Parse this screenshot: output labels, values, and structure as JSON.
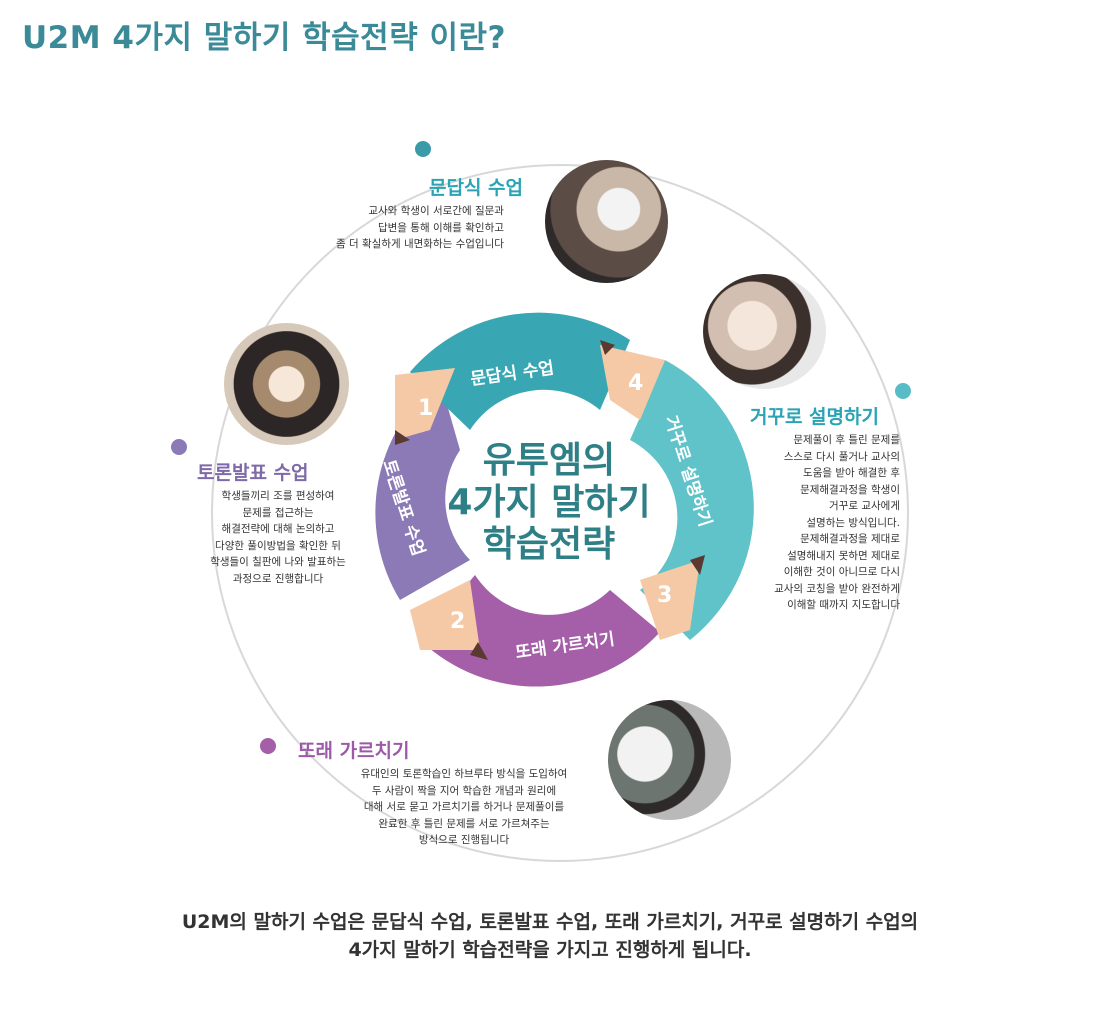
{
  "title": "U2M 4가지 말하기 학습전략 이란?",
  "center": {
    "lines": [
      "유투엠의",
      "4가지 말하기",
      "학습전략"
    ]
  },
  "ring": {
    "labels": [
      "문답식 수업",
      "거꾸로 설명하기",
      "또래 가르치기",
      "토론발표 수업"
    ],
    "numbers": [
      "1",
      "2",
      "3",
      "4"
    ]
  },
  "sections": [
    {
      "heading": "문답식 수업",
      "color": "#2aa3b4",
      "lines": [
        "교사와 학생이 서로간에 질문과",
        "답변을 통해 이해를 확인하고",
        "좀 더 확실하게 내면화하는 수업입니다"
      ]
    },
    {
      "heading": "거꾸로 설명하기",
      "color": "#2aa3b4",
      "lines": [
        "문제풀이 후 틀린 문제를",
        "스스로 다시 풀거나 교사의",
        "도움을 받아 해결한 후",
        "문제해결과정을 학생이",
        "거꾸로 교사에게",
        "설명하는 방식입니다.",
        "문제해결과정을 제대로",
        "설명해내지 못하면 제대로",
        "이해한 것이 아니므로 다시",
        "교사의 코칭을 받아 완전하게",
        "이해할 때까지 지도합니다"
      ]
    },
    {
      "heading": "또래 가르치기",
      "color": "#9c5aa8",
      "lines": [
        "유대인의 토론학습인 하브루타 방식을 도입하여",
        "두 사람이 짝을 지어 학습한 개념과 원리에",
        "대해 서로 묻고 가르치기를 하거나 문제풀이를",
        "완료한 후 틀린 문제를 서로 가르쳐주는",
        "방식으로 진행됩니다"
      ]
    },
    {
      "heading": "토론발표 수업",
      "color": "#7e6aa8",
      "lines": [
        "학생들끼리 조를 편성하여",
        "문제를 접근하는",
        "해결전략에 대해 논의하고",
        "다양한 풀이방법을 확인한 뒤",
        "학생들이 칠판에 나와 발표하는",
        "과정으로 진행합니다"
      ]
    }
  ],
  "footer": {
    "line1": "U2M의 말하기 수업은 문답식 수업, 토론발표 수업, 또래 가르치기, 거꾸로 설명하기 수업의",
    "line2": "4가지 말하기 학습전략을 가지고 진행하게 됩니다."
  },
  "colors": {
    "title": "#3a8a98",
    "ring_top": "#39a7b3",
    "ring_right": "#5fc3c9",
    "ring_bottom": "#a45fa8",
    "ring_left": "#8b7ab6",
    "arrow_tip": "#f6c9a6",
    "outer_circle": "#d8d8d8"
  },
  "icons": [
    "photo-classroom-hand-raise",
    "photo-students-studying",
    "photo-peer-teaching",
    "photo-group-discussion"
  ]
}
